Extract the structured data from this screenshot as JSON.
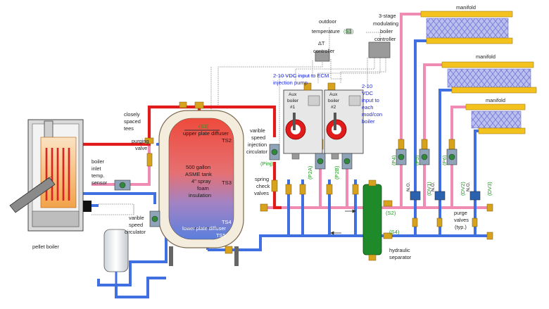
{
  "labels": {
    "manifold_top": "manifold",
    "manifold_mid": "manifold",
    "manifold_low": "manifold",
    "outdoor_temp_1": "outdoor",
    "outdoor_temp_2": "temperature",
    "s1": "(S1)",
    "controller3_1": "3-stage",
    "controller3_2": "modulating",
    "controller3_3": "boiler",
    "controller3_4": "controller",
    "dt_1": "ΔT",
    "dt_2": "controller",
    "vdc_ecm_1": "2-10 VDC  input to ECM",
    "vdc_ecm_2": "injection pump",
    "vdc_each_1": "2-10",
    "vdc_each_2": "VDC",
    "vdc_each_3": "input to",
    "vdc_each_4": "each",
    "vdc_each_5": "mod/con",
    "vdc_each_6": "boiler",
    "closely_1": "closely",
    "closely_2": "spaced",
    "closely_3": "tees",
    "purging_1": "purging",
    "purging_2": "valve",
    "boiler_inlet_1": "boiler",
    "boiler_inlet_2": "inlet",
    "boiler_inlet_3": "temp.",
    "boiler_inlet_4": "sensor",
    "varible_speed_circ_1": "varible",
    "varible_speed_circ_2": "speed",
    "varible_speed_circ_3": "circulator",
    "pellet_boiler": "pellet boiler",
    "s3_top": "(S3)",
    "upper_diffuser": "upper plate diffuser",
    "ts2": "TS2",
    "tank_1": "500 gallon",
    "tank_2": "ASME tank",
    "tank_3": "4\" spray",
    "tank_4": "foam",
    "tank_5": "insulation",
    "ts3": "TS3",
    "ts4": "TS4",
    "lower_diffuser": "lower plate diffuser",
    "ts5": "TS5",
    "injection_1": "varible",
    "injection_2": "speed",
    "injection_3": "injection",
    "injection_4": "circulator",
    "pinj": "(Pinj)",
    "spring_1": "spring",
    "spring_2": "check",
    "spring_3": "valves",
    "aux1_1": "Aux",
    "aux1_2": "boiler",
    "aux1_3": "#1",
    "aux2_1": "Aux",
    "aux2_2": "boiler",
    "aux2_3": "#2",
    "p2a": "(P2A)",
    "p2b": "(P2B)",
    "p4": "(P4)",
    "p5": "(P5)",
    "p6": "(P6)",
    "dv1": "(DV1)",
    "dv2": "(DV2)",
    "dv3": "(DV3)",
    "no1": "N.O.",
    "no2": "N.O.",
    "no3": "N.O.",
    "s2": "(S2)",
    "s4": "(S4)",
    "purge_1": "purge",
    "purge_2": "valves",
    "purge_3": "(typ.)",
    "hydraulic_1": "hydraulic",
    "hydraulic_2": "separator"
  },
  "colors": {
    "hot": "#e11b1b",
    "cool_pink": "#f08cb4",
    "return": "#3f6fe0",
    "brass": "#d7a21c",
    "separator": "#1f8a2a",
    "tank_top": "#f05a4a",
    "tank_bottom": "#5f7fd9"
  }
}
